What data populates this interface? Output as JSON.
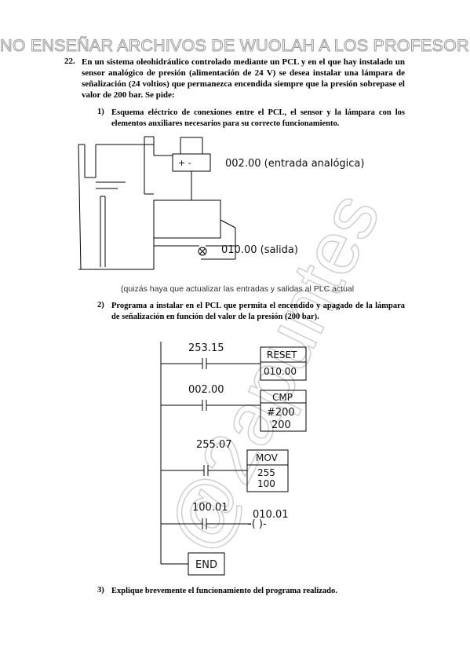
{
  "banner": "NO ENSEÑAR ARCHIVOS DE WUOLAH A LOS PROFESORES",
  "watermark_text": "@2apuntes",
  "question": {
    "number": "22.",
    "text": "En un sistema oleohidráulico controlado mediante un PCL y en el que hay instalado un sensor analógico de presión (alimentación de 24 V) se desea instalar una lámpara de señalización (24 voltios) que permanezca encendida siempre que la presión sobrepase el valor de 200 bar. Se pide:"
  },
  "items": [
    {
      "number": "1)",
      "text": "Esquema eléctrico de conexiones entre el PCL, el sensor y la lámpara con los elementos auxiliares necesarios para su correcto funcionamiento."
    },
    {
      "number": "2)",
      "text": "Programa a instalar en el PCL que permita el encendido y apagado de la lámpara de señalización en función del valor de la presión (200 bar)."
    },
    {
      "number": "3)",
      "text": "Explique brevemente el funcionamiento del programa realizado."
    }
  ],
  "wiring": {
    "sensor_terminals": "+  -",
    "analog_input_label": "002.00  (entrada analógica)",
    "output_label": "010.00  (salida)",
    "lamp_symbol": "⊗",
    "caption": "(quizás haya que actualizar las entradas y salidas al PLC actual"
  },
  "ladder": {
    "rungs": [
      {
        "contact": "253.15",
        "instruction": "RESET",
        "operands": [
          "010.00"
        ]
      },
      {
        "contact": "002.00",
        "instruction": "CMP",
        "operands": [
          "#200",
          "200"
        ]
      },
      {
        "contact": "255.07",
        "instruction": "MOV",
        "operands": [
          "255",
          "100"
        ]
      },
      {
        "contact": "100.01",
        "coil": "010.01",
        "coil_symbol": "-( )-"
      }
    ],
    "end_label": "END"
  }
}
